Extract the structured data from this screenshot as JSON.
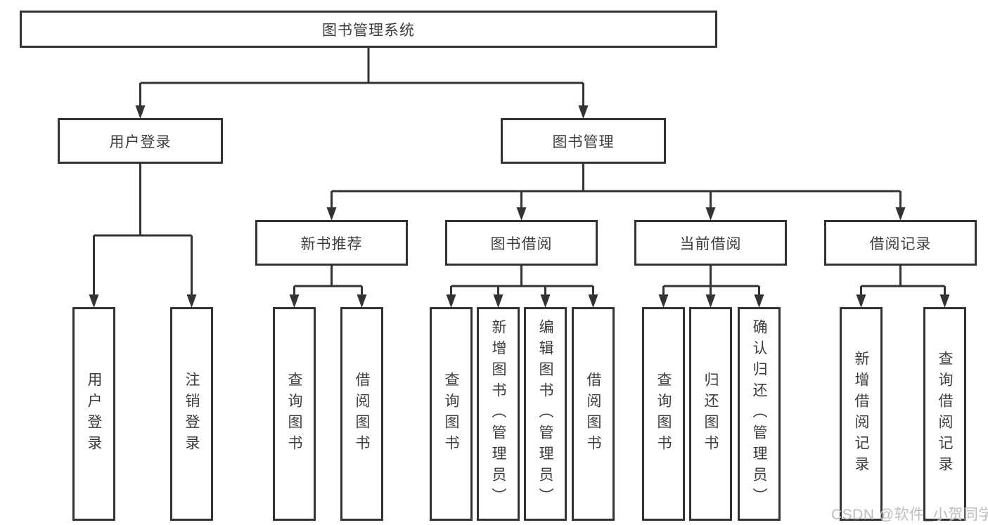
{
  "nodes": {
    "root": "图书管理系统",
    "user_login": "用户登录",
    "book_management": "图书管理",
    "new_book_recommend": "新书推荐",
    "book_borrow": "图书借阅",
    "current_borrow": "当前借阅",
    "borrow_records": "借阅记录",
    "leaf_user_login": "用户登录",
    "leaf_logout": "注销登录",
    "leaf_nb_query_books": "查询图书",
    "leaf_nb_borrow_books": "借阅图书",
    "leaf_bb_query_books": "查询图书",
    "leaf_bb_add_books_admin": "新增图书（管理员）",
    "leaf_bb_edit_books_admin": "编辑图书（管理员）",
    "leaf_bb_borrow_books": "借阅图书",
    "leaf_cb_query_books": "查询图书",
    "leaf_cb_return_books": "归还图书",
    "leaf_cb_confirm_return_admin": "确认归还（管理员）",
    "leaf_br_add_record": "新增借阅记录",
    "leaf_br_query_record": "查询借阅记录"
  },
  "watermark": "CSDN @软件_小贺同学",
  "colors": {
    "line": "#333333",
    "text": "#3d3d3d",
    "watermark": "#bdbdbd",
    "background": "#ffffff"
  }
}
